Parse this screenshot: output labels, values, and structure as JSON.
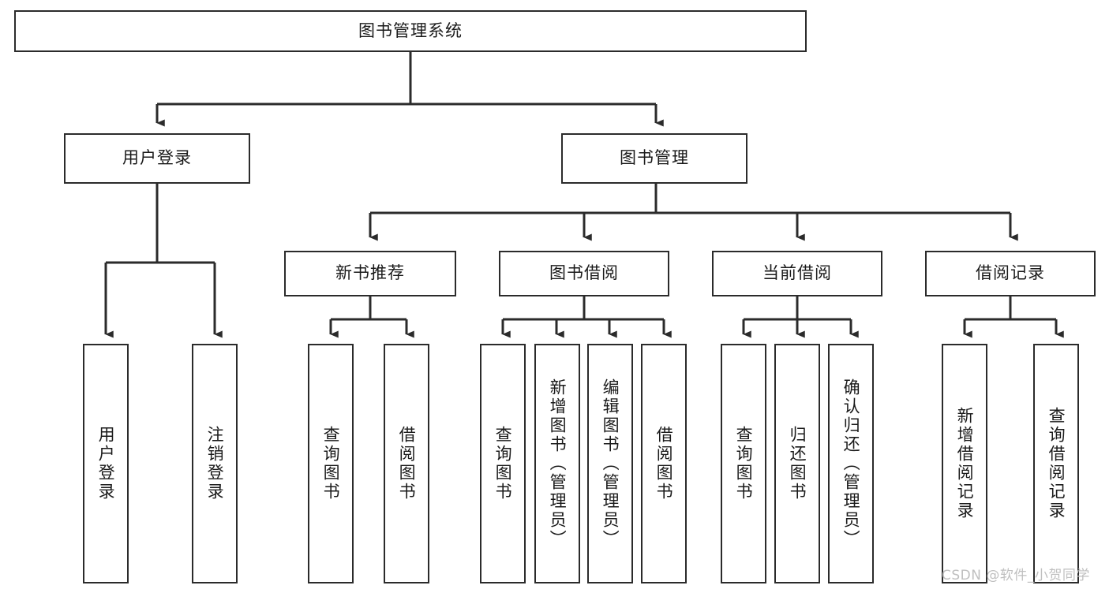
{
  "diagram": {
    "title": "图书管理系统",
    "type": "functional-structure-tree",
    "watermark": "CSDN @软件_小贺同学",
    "colors": {
      "box_border": "#2b2b2b",
      "box_fill": "#ffffff",
      "edge": "#2b2b2b",
      "text": "#1a1a1a",
      "watermark": "#bfbfbf",
      "background": "#ffffff"
    },
    "nodes": {
      "root": {
        "label": "图书管理系统",
        "orientation": "horizontal"
      },
      "level2": [
        {
          "id": "user-login",
          "label": "用户登录",
          "orientation": "horizontal"
        },
        {
          "id": "book-management",
          "label": "图书管理",
          "orientation": "horizontal"
        }
      ],
      "level3": [
        {
          "id": "new-book-recommend",
          "label": "新书推荐",
          "orientation": "horizontal"
        },
        {
          "id": "book-borrow",
          "label": "图书借阅",
          "orientation": "horizontal"
        },
        {
          "id": "current-borrow",
          "label": "当前借阅",
          "orientation": "horizontal"
        },
        {
          "id": "borrow-record",
          "label": "借阅记录",
          "orientation": "horizontal"
        }
      ],
      "leaves": {
        "user-login": [
          {
            "id": "leaf-user-login",
            "label": "用户登录",
            "orientation": "vertical"
          },
          {
            "id": "leaf-user-logout",
            "label": "注销登录",
            "orientation": "vertical"
          }
        ],
        "new-book-recommend": [
          {
            "id": "leaf-query-book-1",
            "label": "查询图书",
            "orientation": "vertical"
          },
          {
            "id": "leaf-borrow-book-1",
            "label": "借阅图书",
            "orientation": "vertical"
          }
        ],
        "book-borrow": [
          {
            "id": "leaf-query-book-2",
            "label": "查询图书",
            "orientation": "vertical"
          },
          {
            "id": "leaf-add-book",
            "label": "新增图书（管理员）",
            "orientation": "vertical"
          },
          {
            "id": "leaf-edit-book",
            "label": "编辑图书（管理员）",
            "orientation": "vertical"
          },
          {
            "id": "leaf-borrow-book-2",
            "label": "借阅图书",
            "orientation": "vertical"
          }
        ],
        "current-borrow": [
          {
            "id": "leaf-query-book-3",
            "label": "查询图书",
            "orientation": "vertical"
          },
          {
            "id": "leaf-return-book",
            "label": "归还图书",
            "orientation": "vertical"
          },
          {
            "id": "leaf-confirm-return",
            "label": "确认归还（管理员）",
            "orientation": "vertical"
          }
        ],
        "borrow-record": [
          {
            "id": "leaf-add-record",
            "label": "新增借阅记录",
            "orientation": "vertical"
          },
          {
            "id": "leaf-query-record",
            "label": "查询借阅记录",
            "orientation": "vertical"
          }
        ]
      }
    }
  }
}
